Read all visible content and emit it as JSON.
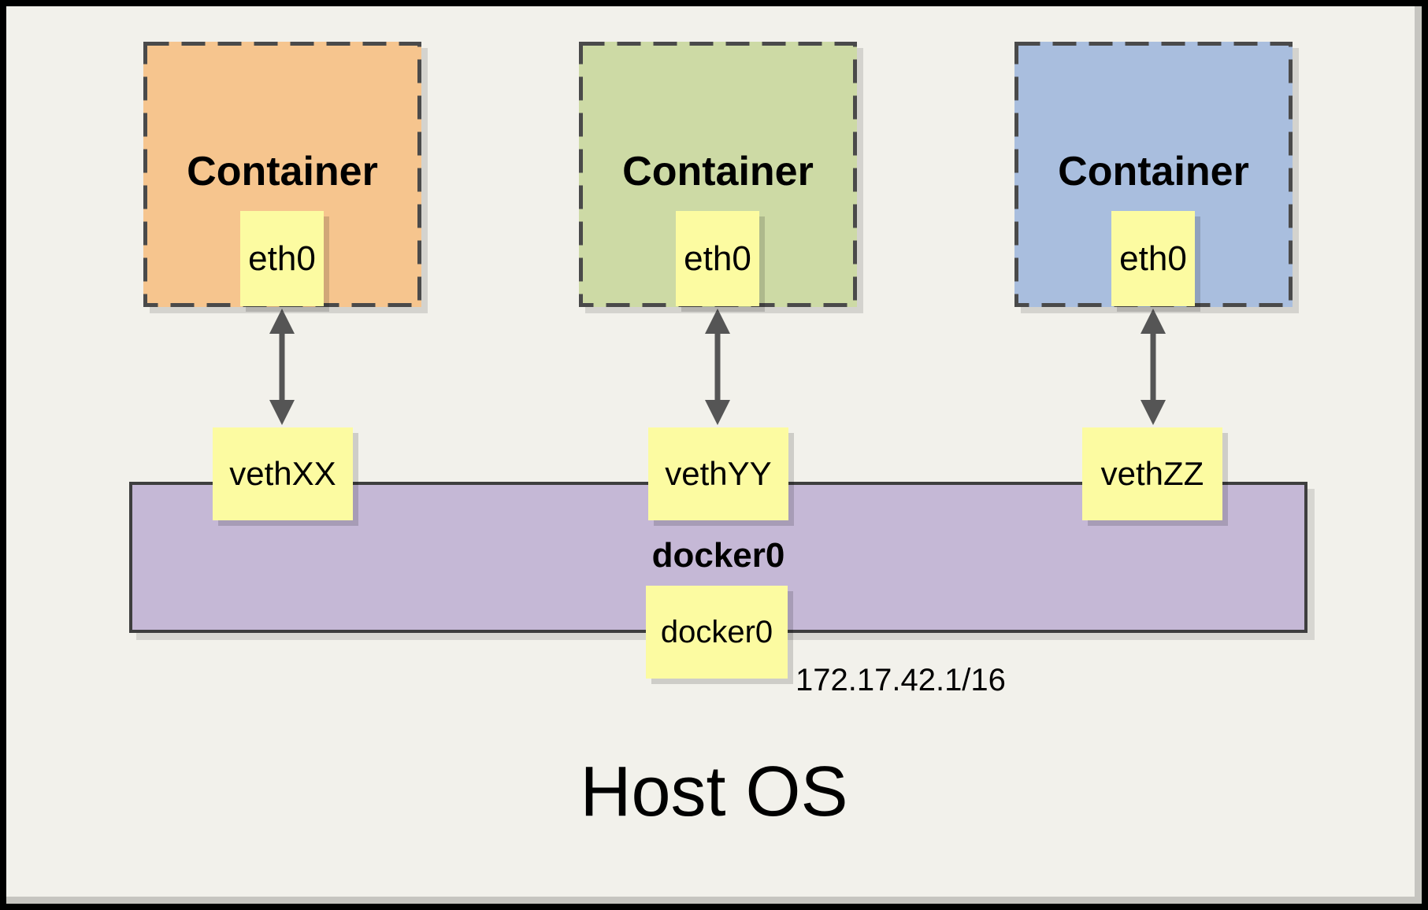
{
  "diagram": {
    "host": {
      "label": "Host OS"
    },
    "bridge": {
      "name": "docker0",
      "interface": "docker0",
      "ip": "172.17.42.1/16",
      "fill": "#C5B8D6"
    },
    "containers": [
      {
        "label": "Container",
        "interface": "eth0",
        "veth": "vethXX",
        "fill": "#F6C58E"
      },
      {
        "label": "Container",
        "interface": "eth0",
        "veth": "vethYY",
        "fill": "#CDDAA5"
      },
      {
        "label": "Container",
        "interface": "eth0",
        "veth": "vethZZ",
        "fill": "#A9BEDE"
      }
    ],
    "colors": {
      "canvas_background": "#F2F1EB",
      "interface_box_fill": "#FCFBA1",
      "dashed_border": "#4A4A4A",
      "bridge_border": "#3E3E3E",
      "arrow": "#555555",
      "outer_frame": "#000000"
    }
  }
}
